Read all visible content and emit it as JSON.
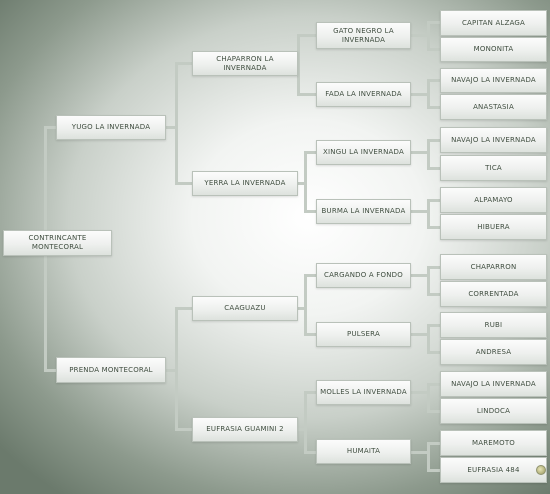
{
  "pedigree": {
    "subject": "CONTRINCANTE MONTECORAL",
    "sire": "YUGO LA INVERNADA",
    "dam": "PRENDA MONTECORAL",
    "sire_sire": "CHAPARRON LA INVERNADA",
    "sire_dam": "YERRA LA INVERNADA",
    "dam_sire": "CAAGUAZU",
    "dam_dam": "EUFRASIA GUAMINI 2",
    "gen3": [
      "GATO NEGRO LA INVERNADA",
      "FADA LA INVERNADA",
      "XINGU LA INVERNADA",
      "BURMA LA INVERNADA",
      "CARGANDO A FONDO",
      "PULSERA",
      "MOLLES LA INVERNADA",
      "HUMAITA"
    ],
    "gen4": [
      "CAPITAN ALZAGA",
      "MONONITA",
      "NAVAJO LA INVERNADA",
      "ANASTASIA",
      "NAVAJO LA INVERNADA",
      "TICA",
      "ALPAMAYO",
      "HIBUERA",
      "CHAPARRON",
      "CORRENTADA",
      "RUBI",
      "ANDRESA",
      "NAVAJO LA INVERNADA",
      "LINDOCA",
      "MAREMOTO",
      "EUFRASIA 484"
    ]
  },
  "colors": {
    "text": "#3f4d3f",
    "connector": "#c3cbc3",
    "box_border": "#b9c1b9"
  },
  "icons": {
    "last_entry_marker": "round-dot-icon"
  }
}
